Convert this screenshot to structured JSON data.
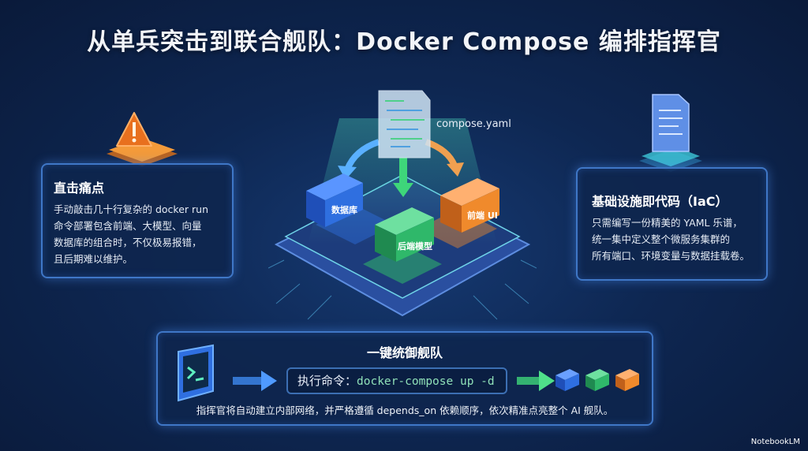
{
  "title": "从单兵突击到联合舰队：Docker Compose 编排指挥官",
  "left_panel": {
    "heading": "直击痛点",
    "lines": [
      "手动敲击几十行复杂的 docker run",
      "命令部署包含前端、大模型、向量",
      "数据库的组合时，不仅极易报错，",
      "且后期难以维护。"
    ]
  },
  "right_panel": {
    "heading": "基础设施即代码（IaC）",
    "lines": [
      "只需编写一份精美的 YAML 乐谱，",
      "统一集中定义整个微服务集群的",
      "所有端口、环境变量与数据挂载卷。"
    ]
  },
  "center": {
    "file_label": "compose.yaml",
    "containers": [
      {
        "label": "数据库",
        "color": "#2f6fe0"
      },
      {
        "label": "后端模型",
        "color": "#2fb86a"
      },
      {
        "label": "前端 UI",
        "color": "#f08a2c"
      }
    ]
  },
  "bottom_panel": {
    "heading": "一键统御舰队",
    "command_prefix": "执行命令：",
    "command": "docker-compose up -d",
    "description": "指挥官将自动建立内部网络，并严格遵循 depends_on 依赖顺序，依次精准点亮整个 AI 舰队。"
  },
  "watermark": "NotebookLM",
  "colors": {
    "accent": "#3f77c7",
    "warning": "#f08a2c",
    "green": "#2fb86a",
    "blue": "#2f6fe0"
  }
}
